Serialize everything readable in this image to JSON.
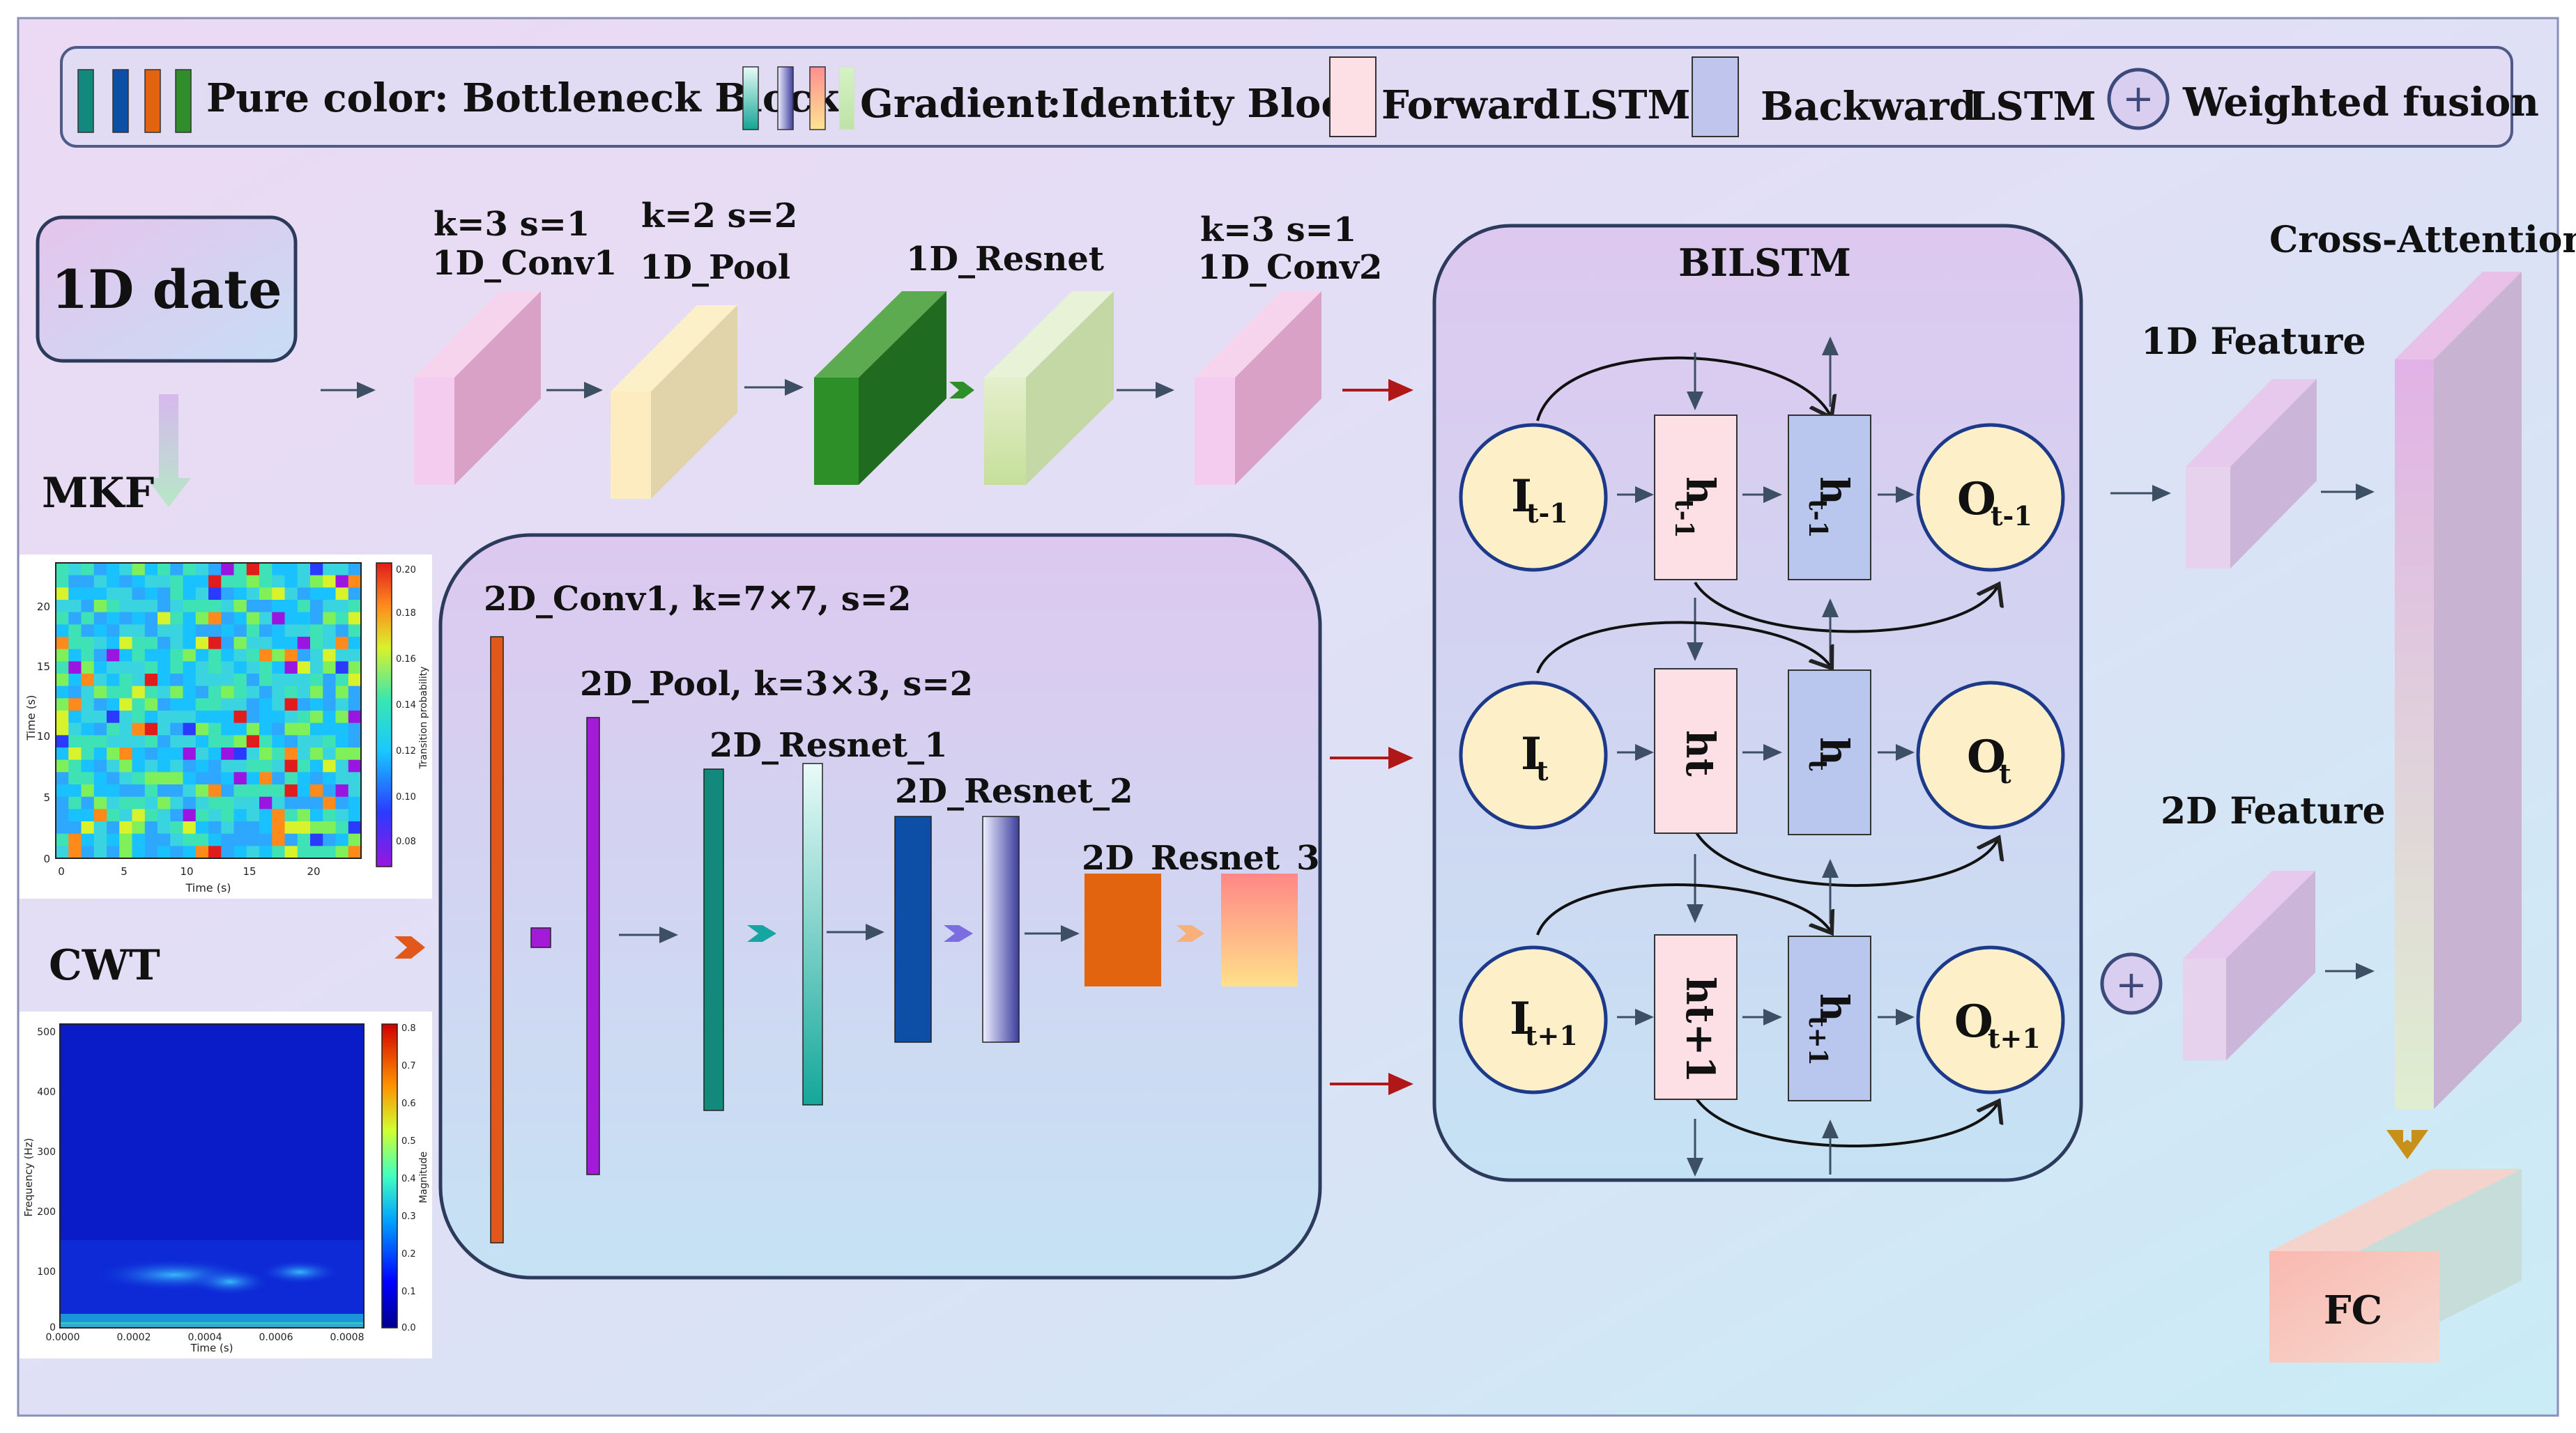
{
  "legend": {
    "pure_color": "Pure color: Bottleneck Block",
    "gradient": "Gradient",
    "identity": ":Identity Block",
    "forward": "Forward",
    "forward_b": "LSTM",
    "backward": "Backward",
    "backward_b": "LSTM",
    "fusion": "Weighted fusion",
    "plus": "+"
  },
  "inputs": {
    "date": "1D date",
    "mkf": "MKF",
    "cwt": "CWT"
  },
  "branch1d": {
    "conv1_params": "k=3 s=1",
    "conv1": "1D_Conv1",
    "pool_params": "k=2 s=2",
    "pool": "1D_Pool",
    "resnet": "1D_Resnet",
    "conv2_params": "k=3 s=1",
    "conv2": "1D_Conv2"
  },
  "branch2d": {
    "conv1": "2D_Conv1, k=7×7, s=2",
    "pool": "2D_Pool, k=3×3, s=2",
    "res1": "2D_Resnet_1",
    "res2": "2D_Resnet_2",
    "res3": "2D_Resnet_3"
  },
  "bilstm": {
    "title": "BILSTM",
    "rows": [
      {
        "i_main": "I",
        "i_sub": "t-1",
        "fwd_main": "h",
        "fwd_sub": "t-1",
        "bwd_main": "h",
        "bwd_sub": "t-1",
        "o_main": "O",
        "o_sub": "t-1"
      },
      {
        "i_main": "I",
        "i_sub": "t",
        "fwd_main": "ht",
        "fwd_sub": "",
        "bwd_main": "h",
        "bwd_sub": "t",
        "o_main": "O",
        "o_sub": "t"
      },
      {
        "i_main": "I",
        "i_sub": "t+1",
        "fwd_main": "ht+1",
        "fwd_sub": "",
        "bwd_main": "h",
        "bwd_sub": "t+1",
        "o_main": "O",
        "o_sub": "t+1"
      }
    ]
  },
  "features": {
    "f1d": "1D Feature",
    "f2d": "2D Feature",
    "plus": "+"
  },
  "attention": "Cross-Attention",
  "fc": "FC",
  "mkf_plot": {
    "ylabel": "Time (s)",
    "xlabel": "Time (s)",
    "yticks": [
      "0",
      "5",
      "10",
      "15",
      "20"
    ],
    "xticks": [
      "0",
      "5",
      "10",
      "15",
      "20"
    ],
    "cbar_label": "Transition probability",
    "cbar_ticks": [
      "0.20",
      "0.18",
      "0.16",
      "0.14",
      "0.12",
      "0.10",
      "0.08"
    ]
  },
  "cwt_plot": {
    "ylabel": "Frequency (Hz)",
    "xlabel": "Time (s)",
    "yticks": [
      "500",
      "400",
      "300",
      "200",
      "100",
      "0"
    ],
    "xticks": [
      "0.0000",
      "0.0002",
      "0.0004",
      "0.0006",
      "0.0008"
    ],
    "cbar_label": "Magnitude",
    "cbar_ticks": [
      "0.8",
      "0.7",
      "0.6",
      "0.5",
      "0.4",
      "0.3",
      "0.2",
      "0.1",
      "0.0"
    ]
  },
  "colors": {
    "background_a": "#eadcf4",
    "background_b": "#cdeaf6",
    "arrow_dark": "#3d4f63",
    "arrow_red": "#b01818",
    "circle_fill": "#fdf0c8",
    "forward_fill": "#fde0e6",
    "backward_fill": "#b9c7ee"
  }
}
